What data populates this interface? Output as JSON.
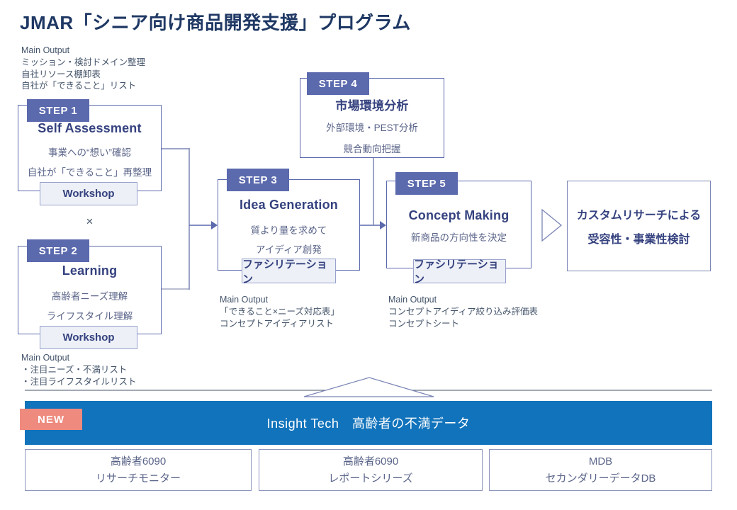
{
  "title": "JMAR「シニア向け商品開発支援」プログラム",
  "multiply_symbol": "×",
  "steps": {
    "step1": {
      "label": "STEP 1",
      "title": "Self Assessment",
      "line1": "事業への“想い”確認",
      "line2": "自社が「できること」再整理",
      "tag": "Workshop"
    },
    "step2": {
      "label": "STEP 2",
      "title": "Learning",
      "line1": "高齢者ニーズ理解",
      "line2": "ライフスタイル理解",
      "tag": "Workshop"
    },
    "step3": {
      "label": "STEP 3",
      "title": "Idea Generation",
      "line1": "質より量を求めて",
      "line2": "アイディア創発",
      "tag": "ファシリテーション"
    },
    "step4": {
      "label": "STEP 4",
      "title": "市場環境分析",
      "line1": "外部環境・PEST分析",
      "line2": "競合動向把握"
    },
    "step5": {
      "label": "STEP 5",
      "title": "Concept Making",
      "line1": "新商品の方向性を決定",
      "tag": "ファシリテーション"
    }
  },
  "outputs": {
    "top_left": {
      "heading": "Main Output",
      "lines": [
        "ミッション・検討ドメイン整理",
        "自社リソース棚卸表",
        "自社が「できること」リスト"
      ]
    },
    "bottom_left": {
      "heading": "Main Output",
      "lines": [
        "・注目ニーズ・不満リスト",
        "・注目ライフスタイルリスト"
      ]
    },
    "step3": {
      "heading": "Main Output",
      "lines": [
        "「できること×ニーズ対応表」",
        "コンセプトアイディアリスト"
      ]
    },
    "step5": {
      "heading": "Main Output",
      "lines": [
        "コンセプトアイディア絞り込み評価表",
        "コンセプトシート"
      ]
    }
  },
  "final_box": {
    "line1": "カスタムリサーチによる",
    "line2": "受容性・事業性検討"
  },
  "banner": {
    "badge": "NEW",
    "label": "Insight Tech　高齢者の不満データ"
  },
  "databases": [
    {
      "line1": "高齢者6090",
      "line2": "リサーチモニター"
    },
    {
      "line1": "高齢者6090",
      "line2": "レポートシリーズ"
    },
    {
      "line1": "MDB",
      "line2": "セカンダリーデータDB"
    }
  ],
  "colors": {
    "title_navy": "#1f3864",
    "step_slate": "#5b69ad",
    "heading_blue": "#35427f",
    "body_slate": "#5a6489",
    "output_gray": "#44546a",
    "banner_blue": "#1173bb",
    "badge_salmon": "#ee8a7e"
  }
}
